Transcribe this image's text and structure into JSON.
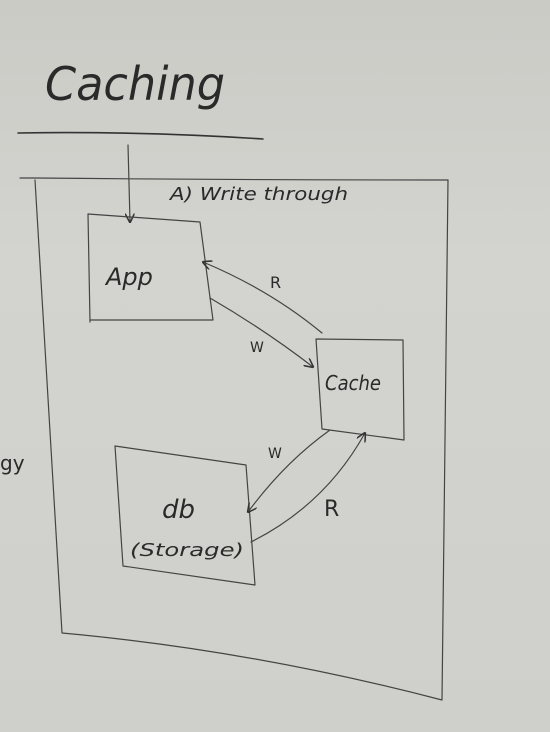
{
  "title": "Caching",
  "section_label": "A) Write through",
  "nodes": {
    "app": "App",
    "cache": "Cache",
    "db": "db",
    "db_sub": "(Storage)"
  },
  "edges": {
    "cache_to_app": "R",
    "app_to_cache": "W",
    "cache_to_db": "W",
    "db_to_cache": "R"
  },
  "margin_fragment": "gy"
}
